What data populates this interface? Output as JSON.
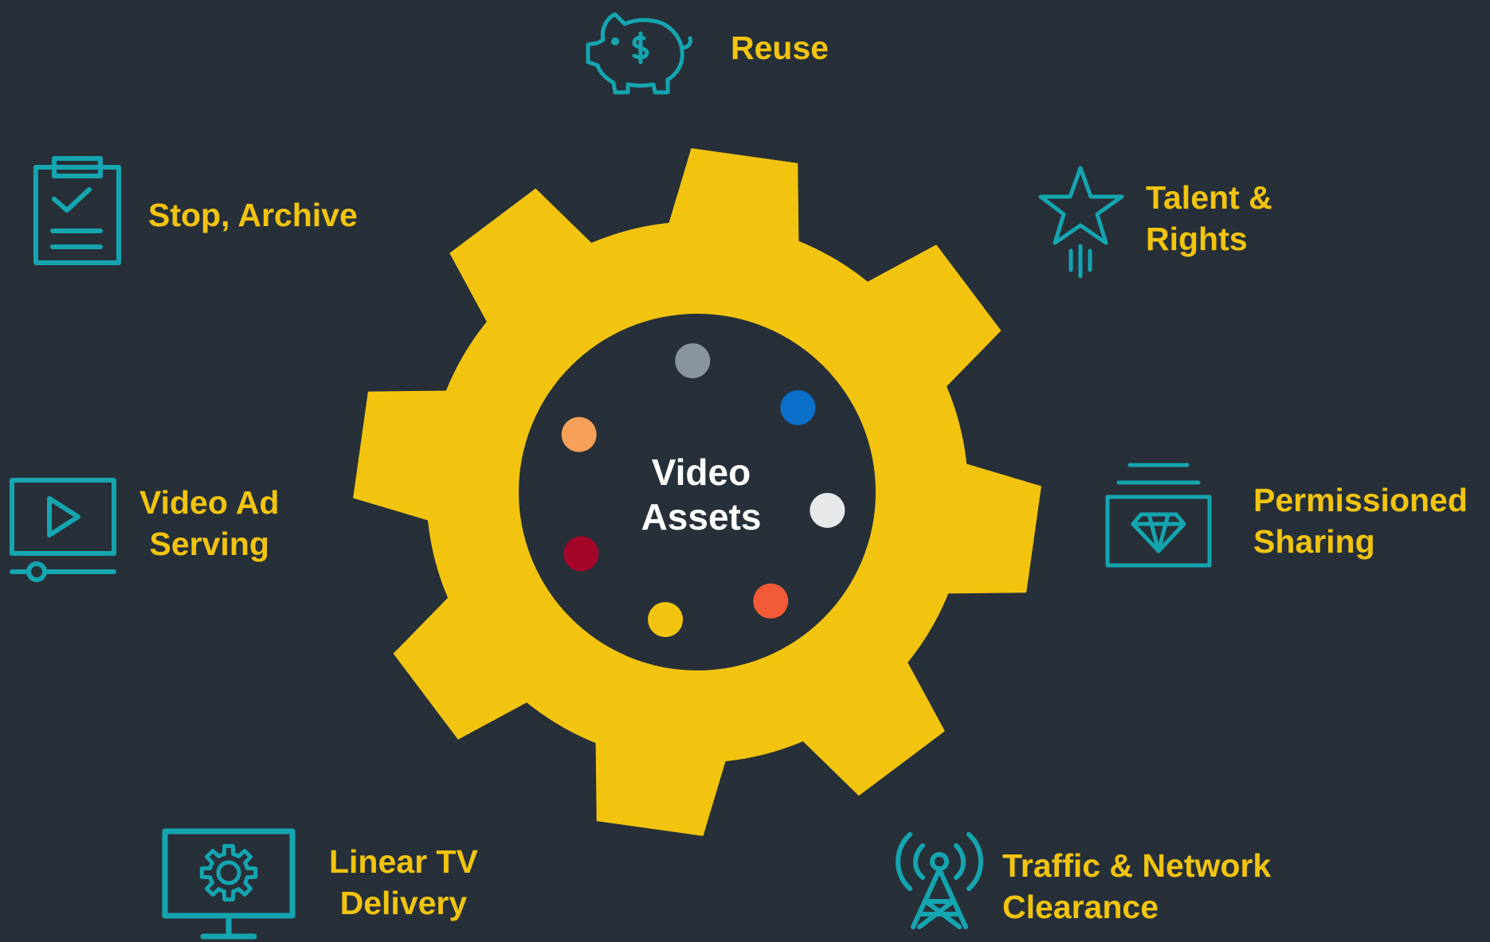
{
  "center": {
    "lines": [
      "Video",
      "Assets"
    ]
  },
  "items": [
    {
      "id": "reuse",
      "lines": [
        "Reuse"
      ],
      "icon": "piggy-bank-icon"
    },
    {
      "id": "talent",
      "lines": [
        "Talent &",
        "Rights"
      ],
      "icon": "shooting-star-icon"
    },
    {
      "id": "sharing",
      "lines": [
        "Permissioned",
        "Sharing"
      ],
      "icon": "diamond-frame-icon"
    },
    {
      "id": "traffic",
      "lines": [
        "Traffic & Network",
        "Clearance"
      ],
      "icon": "broadcast-tower-icon"
    },
    {
      "id": "linear",
      "lines": [
        "Linear TV",
        "Delivery"
      ],
      "icon": "monitor-gear-icon"
    },
    {
      "id": "videoad",
      "lines": [
        "Video Ad",
        "Serving"
      ],
      "icon": "video-player-icon"
    },
    {
      "id": "stop",
      "lines": [
        "Stop, Archive"
      ],
      "icon": "clipboard-check-icon"
    }
  ],
  "colors": {
    "background": "#273038",
    "gear": "#f2c40f",
    "label": "#f2c40f",
    "icon": "#14a5b0",
    "center_text": "#ffffff"
  },
  "dots": [
    "#8a949c",
    "#0a6fc9",
    "#e7e8ea",
    "#f25a38",
    "#f2c40f",
    "#a4062a",
    "#f7a05a"
  ]
}
